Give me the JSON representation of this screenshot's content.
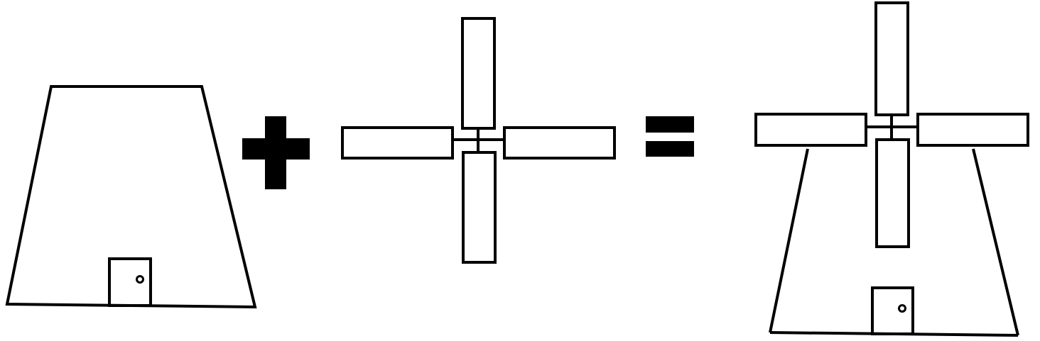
{
  "diagram": {
    "description_parts": [
      {
        "id": "base",
        "icon": "tower-base-with-door"
      },
      {
        "id": "operator-plus",
        "icon": "plus-sign"
      },
      {
        "id": "sails",
        "icon": "windmill-sails"
      },
      {
        "id": "operator-equals",
        "icon": "equals-sign"
      },
      {
        "id": "result",
        "icon": "windmill"
      }
    ],
    "colors": {
      "ink": "#000000",
      "paper": "#ffffff"
    }
  }
}
